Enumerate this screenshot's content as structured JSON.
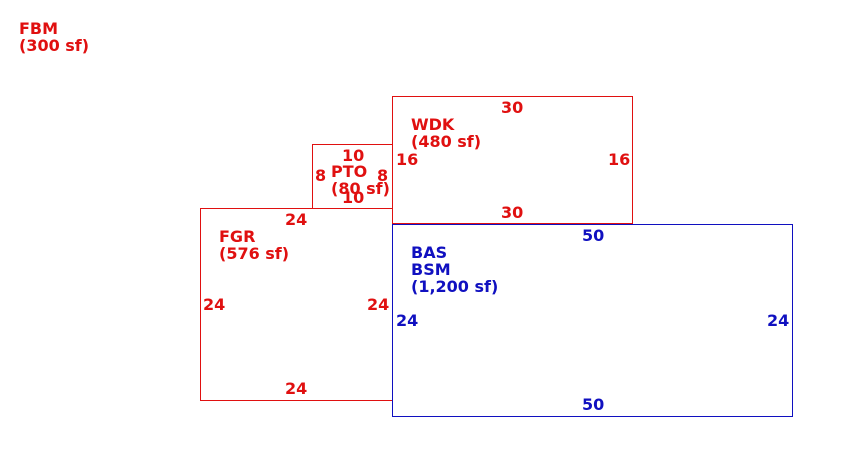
{
  "colors": {
    "addition": "#e01010",
    "base": "#1010c0"
  },
  "fbm": {
    "code": "FBM",
    "area": "(300 sf)"
  },
  "wdk": {
    "code": "WDK",
    "area": "(480 sf)",
    "top": "30",
    "bottom": "30",
    "left": "16",
    "right": "16"
  },
  "pto": {
    "code": "PTO",
    "area": "(80 sf)",
    "top": "10",
    "bottom": "10",
    "left": "8",
    "right": "8"
  },
  "fgr": {
    "code": "FGR",
    "area": "(576 sf)",
    "top": "24",
    "bottom": "24",
    "left": "24",
    "right": "24"
  },
  "bas": {
    "code1": "BAS",
    "code2": "BSM",
    "area": "(1,200 sf)",
    "top": "50",
    "bottom": "50",
    "left": "24",
    "right": "24"
  }
}
